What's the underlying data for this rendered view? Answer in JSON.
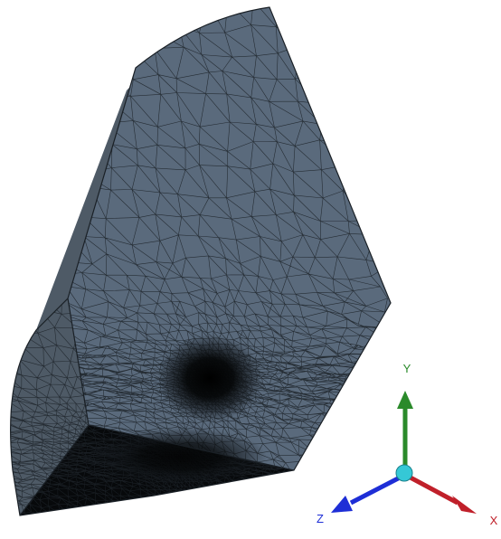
{
  "viewport": {
    "background": "#ffffff"
  },
  "mesh": {
    "face_color": "#5a6a7c",
    "side_color": "#4e5a66",
    "edge_color": "#1c2228",
    "dense_color": "#07090b"
  },
  "triad": {
    "axes": [
      {
        "name": "Y",
        "label": "Y",
        "color": "#2a8a2a"
      },
      {
        "name": "Z",
        "label": "Z",
        "color": "#1e2ed6"
      },
      {
        "name": "X",
        "label": "X",
        "color": "#c0202a"
      }
    ],
    "origin_color": "#35c8d6"
  }
}
